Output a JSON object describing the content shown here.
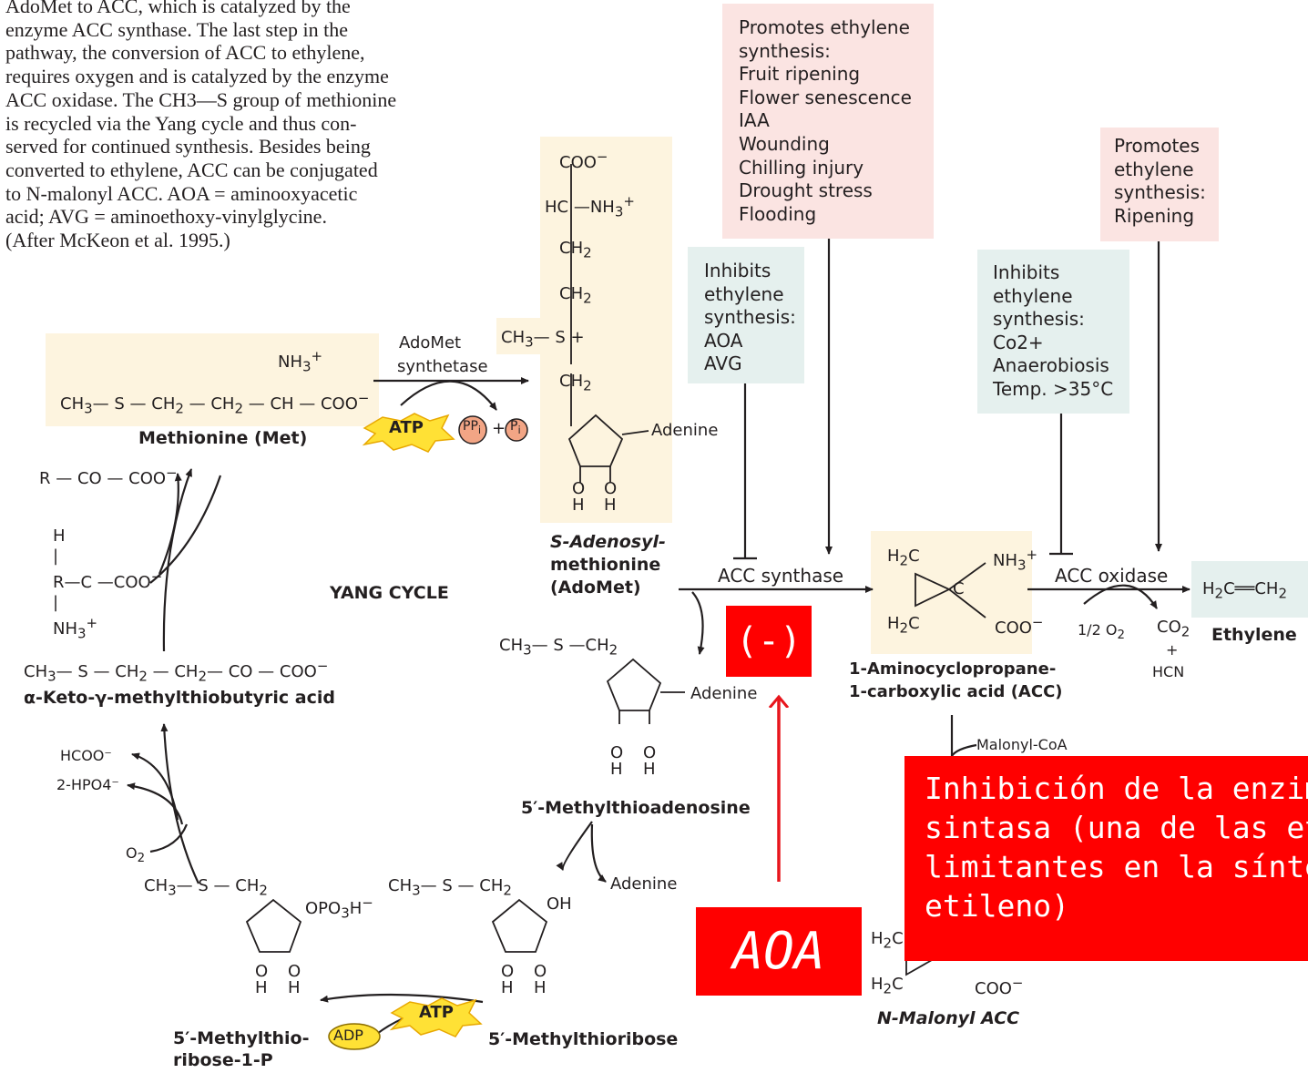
{
  "caption": {
    "lines": [
      "AdoMet to ACC, which is catalyzed by the",
      "enzyme ACC synthase. The last step in the",
      "pathway, the conversion of ACC to ethylene,",
      "requires oxygen and is catalyzed by the enzyme",
      "ACC oxidase. The CH3—S group of methionine",
      "is recycled via the Yang cycle and thus con-",
      "served for continued synthesis. Besides being",
      "converted to ethylene, ACC can be conjugated",
      "to N-malonyl ACC. AOA = aminooxyacetic",
      "acid; AVG = aminoethoxy-vinylglycine.",
      "(After McKeon et al. 1995.)"
    ]
  },
  "boxes": {
    "promotes_synthase": [
      "Promotes ethylene",
      "synthesis:",
      "Fruit ripening",
      "Flower senescence",
      "IAA",
      "Wounding",
      "Chilling injury",
      "Drought stress",
      "Flooding"
    ],
    "inhibits_synthase": [
      "Inhibits",
      "ethylene",
      "synthesis:",
      "AOA",
      "AVG"
    ],
    "promotes_oxidase": [
      "Promotes",
      "ethylene",
      "synthesis:",
      "Ripening"
    ],
    "inhibits_oxidase": [
      "Inhibits",
      "ethylene",
      "synthesis:",
      "Co2+",
      "Anaerobiosis",
      "Temp. >35°C"
    ]
  },
  "compounds": {
    "methionine": "Methionine (Met)",
    "adomet": [
      "S-Adenosyl-",
      "methionine",
      "(AdoMet)"
    ],
    "acc": [
      "1-Aminocyclopropane-",
      "1-carboxylic acid (ACC)"
    ],
    "ethylene": "Ethylene",
    "mta": "5′-Methylthioadenosine",
    "mtr": "5′-Methylthioribose",
    "mtr1p": [
      "5′-Methylthio-",
      "ribose-1-P"
    ],
    "keto": "α-Keto-γ-methylthiobutyric acid",
    "malonyl_acc": "N-Malonyl ACC"
  },
  "enzymes": {
    "adomet_synthetase": [
      "AdoMet",
      "synthetase"
    ],
    "acc_synthase": "ACC synthase",
    "acc_oxidase": "ACC oxidase"
  },
  "cycle_label": "YANG CYCLE",
  "small": {
    "atp": "ATP",
    "adp": "ADP",
    "adenine": "Adenine",
    "malonyl_coa": "Malonyl-CoA",
    "half_o2": "1/2 O2",
    "co2": "CO2",
    "plus": "+",
    "hcn": "HCN",
    "hcoo": "HCOO⁻",
    "hpo4": "2-HPO4⁻",
    "o2": "O2"
  },
  "annotations": {
    "minus": "(-)",
    "aoa": "AOA",
    "note_lines": [
      "Inhibición de la enzima ACC",
      "sintasa (una de las etapas",
      "limitantes en la síntesis de",
      "etileno)"
    ]
  },
  "colors": {
    "annotation_red": "#ff0000",
    "pink_box": "#fbe4e2",
    "blue_box": "#e5f0ee",
    "cream_highlight": "#fdf4df",
    "atp_star": "#ffe135",
    "phosphate": "#f2a585",
    "arrow_red": "#e8161d"
  }
}
